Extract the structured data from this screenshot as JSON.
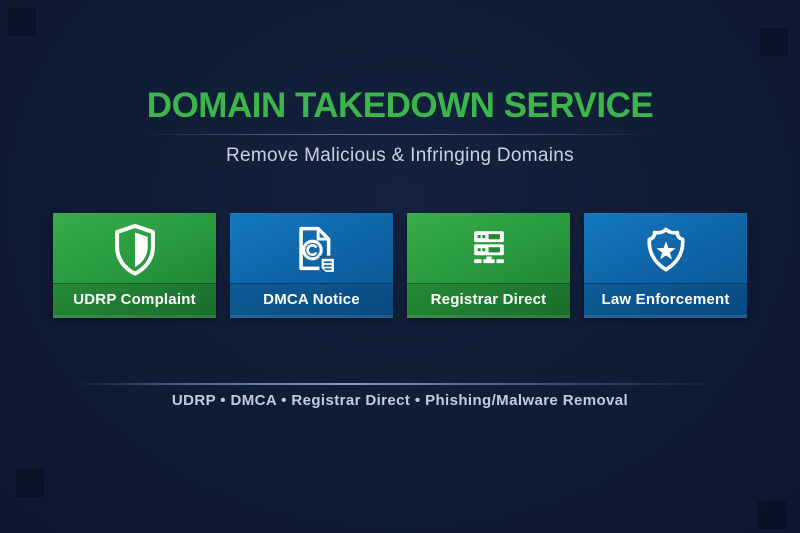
{
  "header": {
    "title": "DOMAIN TAKEDOWN SERVICE",
    "subtitle": "Remove Malicious & Infringing Domains"
  },
  "cards": [
    {
      "label": "UDRP Complaint",
      "icon": "shield-half-icon",
      "theme": "green"
    },
    {
      "label": "DMCA Notice",
      "icon": "copyright-document-icon",
      "theme": "blue"
    },
    {
      "label": "Registrar Direct",
      "icon": "server-rack-icon",
      "theme": "green"
    },
    {
      "label": "Law Enforcement",
      "icon": "police-badge-icon",
      "theme": "blue"
    }
  ],
  "footer": {
    "summary": "UDRP • DMCA • Registrar Direct • Phishing/Malware Removal"
  },
  "colors": {
    "background": "#0f1c35",
    "title_green": "#3cb54a",
    "subtitle_text": "#c9d1e0",
    "footer_text": "#c3ccde",
    "card_green_top": "#38ad4a",
    "card_green_bottom": "#1d7c31",
    "card_blue_top": "#1579bf",
    "card_blue_bottom": "#0b5593",
    "icon_white": "#ffffff"
  }
}
